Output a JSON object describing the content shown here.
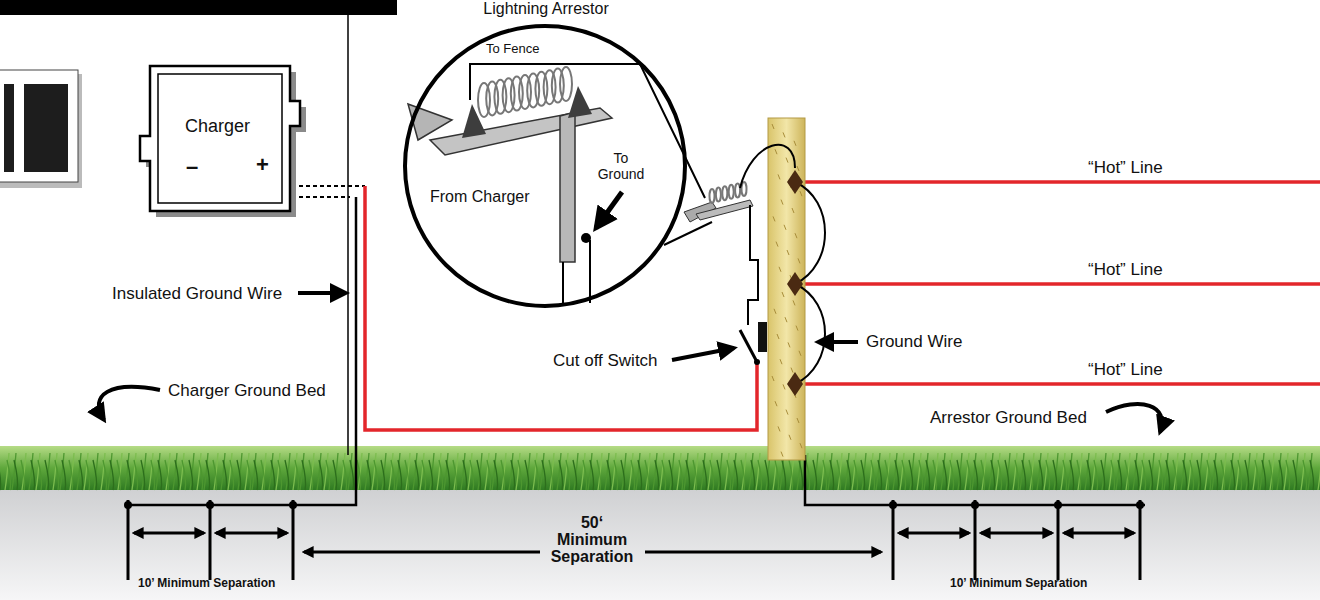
{
  "diagram": {
    "nodes": [
      {
        "text": [
          "Charger",
          "–",
          "+"
        ]
      },
      {
        "text": [
          "Lightning Arrestor",
          "To Fence",
          "From Charger",
          "To Ground"
        ]
      }
    ],
    "labels": [
      "Insulated Ground Wire",
      "Charger Ground Bed",
      "Cut off Switch",
      "Ground Wire",
      "“Hot” Line",
      "“Hot” Line",
      "“Hot” Line",
      "Arrestor Ground Bed",
      "50‘ Minimum Separation",
      "10’ Minimum Separation",
      "10’ Minimum Separation"
    ]
  }
}
